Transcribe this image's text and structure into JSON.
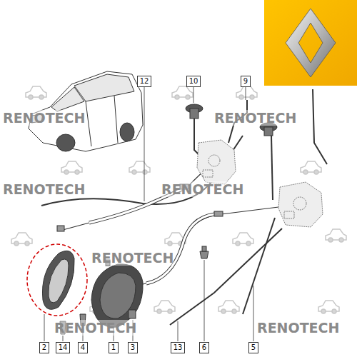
{
  "diagram": {
    "labels": [
      "12",
      "10",
      "9",
      "2",
      "14",
      "4",
      "1",
      "3",
      "13",
      "6",
      "5",
      "RENOTECH",
      "RENOTECH",
      "RENOTECH",
      "RENOTECH",
      "RENOTECH",
      "RENOTECH",
      "RENOTECH"
    ]
  }
}
